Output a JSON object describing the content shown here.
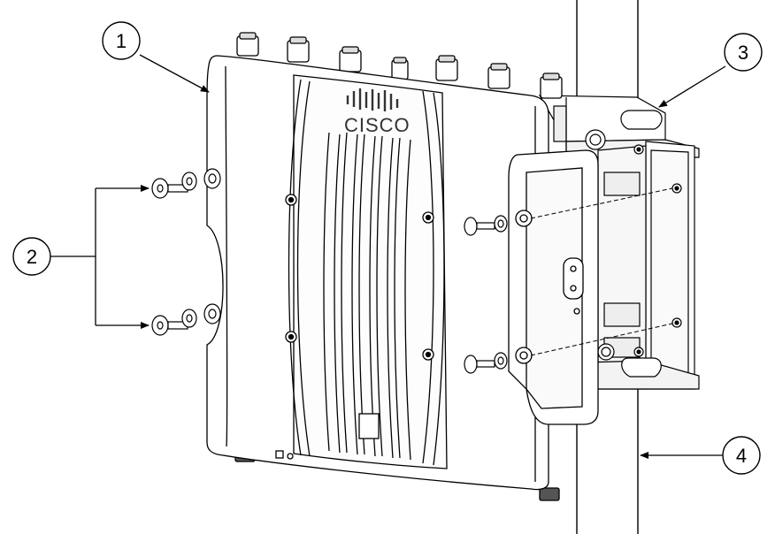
{
  "diagram": {
    "brand": "CISCO",
    "callouts": [
      {
        "id": "1",
        "label": "1"
      },
      {
        "id": "2",
        "label": "2"
      },
      {
        "id": "3",
        "label": "3"
      },
      {
        "id": "4",
        "label": "4"
      }
    ]
  }
}
